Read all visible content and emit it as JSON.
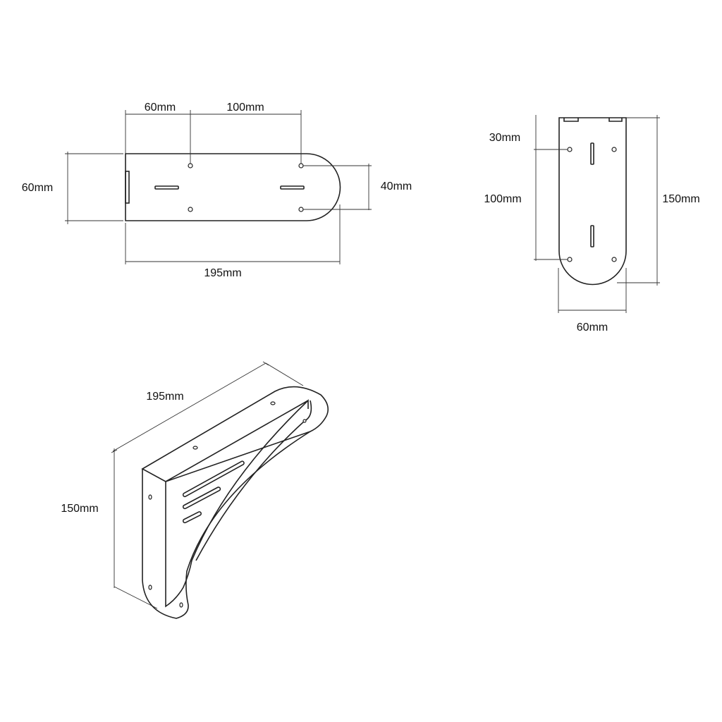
{
  "top_view": {
    "dim_top_left": "60mm",
    "dim_top_right": "100mm",
    "dim_left": "60mm",
    "dim_right": "40mm",
    "dim_bottom": "195mm"
  },
  "side_view": {
    "dim_hole_offset": "30mm",
    "dim_hole_spacing": "100mm",
    "dim_height": "150mm",
    "dim_width": "60mm"
  },
  "iso_view": {
    "dim_length": "195mm",
    "dim_height": "150mm"
  },
  "colors": {
    "line": "#222222",
    "background": "#ffffff"
  }
}
